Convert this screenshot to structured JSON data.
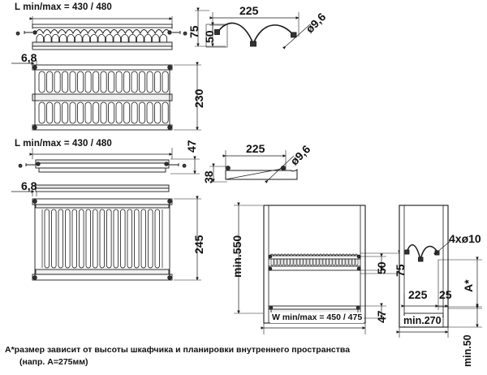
{
  "document": {
    "kind": "technical-drawing",
    "subject": "Dish drainer rack insert for cabinet — dimensional drawing"
  },
  "views": {
    "top_front": {
      "name": "front-view-top-rack",
      "title": "L min/max = 430 / 480",
      "thickness_label": "6,8"
    },
    "top_plan": {
      "name": "plan-view-top-rack",
      "height_label": "230"
    },
    "side_bracket_top": {
      "name": "side-bracket-detail-top",
      "width_label": "225",
      "hole_label": "ø9,6",
      "height_total": "75",
      "height_inner": "50"
    },
    "mid_front": {
      "name": "front-view-bottom-tray",
      "title": "L min/max = 430 / 480",
      "thickness_label": "6,8",
      "height_label": "47"
    },
    "side_bracket_mid": {
      "name": "side-bracket-detail-bottom",
      "width_label": "225",
      "hole_label": "ø9,6",
      "height_label": "38"
    },
    "bottom_plan": {
      "name": "plan-view-bottom-tray",
      "height_label": "245"
    },
    "cabinet_front_section": {
      "name": "cabinet-front-section",
      "height_label": "min.550",
      "width_label": "W min/max = 450 / 475",
      "dim_50": "50",
      "dim_75": "75",
      "dim_47": "47"
    },
    "cabinet_side_section": {
      "name": "cabinet-side-section",
      "hole_callout": "4xø10",
      "dim_225": "225",
      "dim_25": "25",
      "dim_A": "A*",
      "depth_label": "min.270",
      "dim_min50": "min.50"
    }
  },
  "footnote": {
    "line1": "А*размер зависит от высоты шкафчика и планировки внутреннего пространства",
    "line2": "(напр. А=275мм)"
  },
  "colors": {
    "line": "#1a1a1a",
    "fill_light": "#f2f2f2",
    "fill_mid": "#d9d9d9",
    "background": "#ffffff"
  }
}
